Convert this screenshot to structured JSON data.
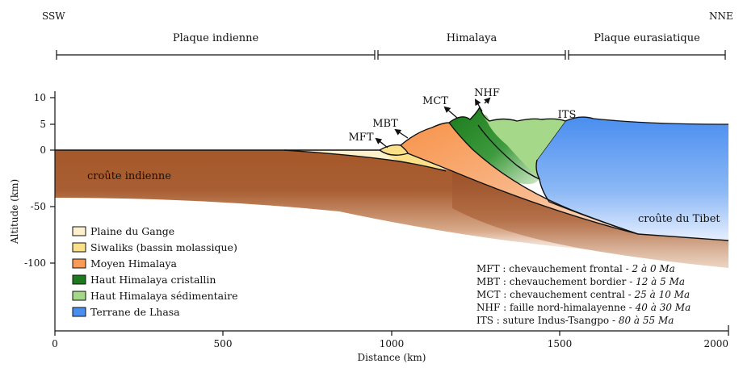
{
  "directions": {
    "left": "SSW",
    "right": "NNE"
  },
  "regions": [
    {
      "label": "Plaque indienne"
    },
    {
      "label": "Himalaya"
    },
    {
      "label": "Plaque eurasiatique"
    }
  ],
  "faults": {
    "mft": "MFT",
    "mbt": "MBT",
    "mct": "MCT",
    "nhf": "NHF",
    "its": "ITS"
  },
  "crust_labels": {
    "indian": "croûte indienne",
    "tibet": "croûte du Tibet"
  },
  "axes": {
    "x_label": "Distance (km)",
    "y_label": "Altitude (km)",
    "x_ticks": [
      "0",
      "500",
      "1000",
      "1500",
      "2000"
    ],
    "y_ticks": [
      "10",
      "5",
      "0",
      "-50",
      "-100"
    ]
  },
  "legend": [
    {
      "label": "Plaine du Gange",
      "color": "#fdf0cc"
    },
    {
      "label": "Siwaliks (bassin molassique)",
      "color": "#fbe08a"
    },
    {
      "label": "Moyen Himalaya",
      "color": "#f99a55"
    },
    {
      "label": "Haut Himalaya cristallin",
      "color": "#1e7a1e"
    },
    {
      "label": "Haut Himalaya sédimentaire",
      "color": "#a6d88a"
    },
    {
      "label": "Terrane de Lhasa",
      "color": "#4a8ef0"
    }
  ],
  "notes": [
    {
      "text": "MFT : chevauchement frontal - ",
      "age": "2 à 0 Ma"
    },
    {
      "text": "MBT : chevauchement bordier - ",
      "age": "12 à 5 Ma"
    },
    {
      "text": "MCT : chevauchement central - ",
      "age": "25 à 10 Ma"
    },
    {
      "text": "NHF : faille nord-himalayenne - ",
      "age": "40 à 30 Ma"
    },
    {
      "text": "ITS : suture Indus-Tsangpo - ",
      "age": "80 à 55 Ma"
    }
  ]
}
